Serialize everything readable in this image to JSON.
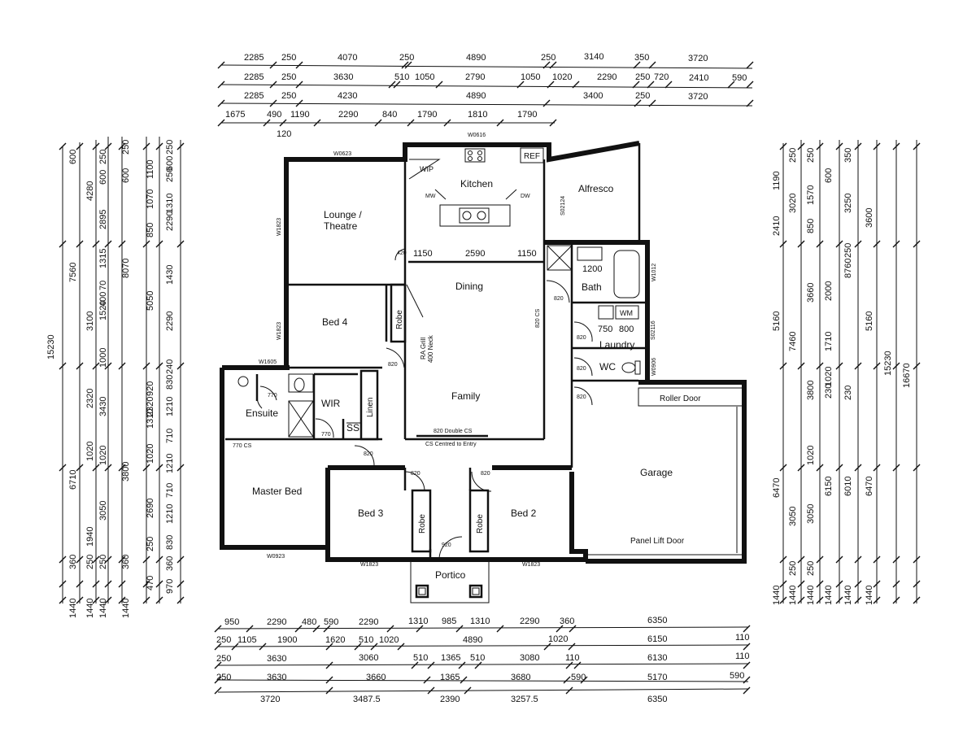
{
  "dimensions": {
    "top": [
      [
        "2285",
        "250",
        "4070",
        "250",
        "4890",
        "250",
        "3140",
        "350",
        "3720"
      ],
      [
        "2285",
        "250",
        "3630",
        "510",
        "1050",
        "2790",
        "1050",
        "1020",
        "2290",
        "250",
        "720",
        "2410",
        "590"
      ],
      [
        "2285",
        "250",
        "4230",
        "4890",
        "3400",
        "250",
        "3720"
      ],
      [
        "1675",
        "490",
        "1190",
        "2290",
        "840",
        "1790",
        "1810",
        "1790"
      ],
      [
        "120"
      ]
    ],
    "bottom": [
      [
        "950",
        "2290",
        "480",
        "590",
        "2290",
        "1310",
        "985",
        "1310",
        "2290",
        "360",
        "6350"
      ],
      [
        "250",
        "1105",
        "1900",
        "1620",
        "510",
        "1020",
        "4890",
        "1020",
        "6150",
        "110"
      ],
      [
        "250",
        "3630",
        "3060",
        "510",
        "1365",
        "510",
        "3080",
        "110",
        "6130",
        "110"
      ],
      [
        "250",
        "3630",
        "3660",
        "1365",
        "3680",
        "590",
        "5170",
        "590"
      ],
      [
        "3720",
        "3487.5",
        "2390",
        "3257.5",
        "6350"
      ]
    ],
    "left": [
      [
        "15230"
      ],
      [
        "600",
        "7560",
        "6710",
        "360",
        "1440"
      ],
      [
        "4280",
        "3100",
        "2320",
        "1020",
        "1940",
        "250",
        "1440"
      ],
      [
        "250",
        "600",
        "2895",
        "1315",
        "70",
        "400",
        "1520",
        "1000",
        "3430",
        "1020",
        "3050",
        "250",
        "1440"
      ],
      [
        "250",
        "600",
        "8070",
        "3800",
        "360",
        "1440"
      ],
      [
        "1100",
        "1070",
        "850",
        "5050",
        "2320",
        "920",
        "1310",
        "1020",
        "2690",
        "250",
        "470"
      ],
      [
        "250",
        "250",
        "1310",
        "600",
        "2290",
        "1430",
        "2290",
        "240",
        "830",
        "1210",
        "710",
        "1210",
        "710",
        "1210",
        "830",
        "360",
        "970"
      ]
    ],
    "right": [
      [
        "1190",
        "2410",
        "5160",
        "6470",
        "1440"
      ],
      [
        "250",
        "3020",
        "7460",
        "3050",
        "250",
        "1440"
      ],
      [
        "250",
        "1570",
        "850",
        "3660",
        "3800",
        "1020",
        "3050",
        "250",
        "1440"
      ],
      [
        "600",
        "2000",
        "1710",
        "1020",
        "6150",
        "230",
        "1440"
      ],
      [
        "350",
        "3250",
        "250",
        "8760",
        "230",
        "6010",
        "1440"
      ],
      [
        "3600",
        "5160",
        "6470",
        "1440"
      ],
      [
        "15230"
      ],
      [
        "16670"
      ]
    ]
  },
  "rooms": {
    "lounge": "Lounge /\nTheatre",
    "kitchen": "Kitchen",
    "alfresco": "Alfresco",
    "dining": "Dining",
    "bath": "Bath",
    "laundry": "Laundry",
    "wc": "WC",
    "bed4": "Bed 4",
    "family": "Family",
    "ensuite": "Ensuite",
    "wir": "WIR",
    "linen": "Linen",
    "ss": "SS",
    "master_bed": "Master Bed",
    "bed3": "Bed 3",
    "bed2": "Bed 2",
    "garage": "Garage",
    "portico": "Portico",
    "robe": "Robe"
  },
  "labels": {
    "ref": "REF",
    "wip": "WIP",
    "wm": "WM",
    "roller_door": "Roller Door",
    "panel_lift_door": "Panel Lift Door",
    "ra_grill": "RA Grill",
    "neck": "400 Neck",
    "double_cs": "820 Double CS",
    "cs_centred": "CS Centred to Entry",
    "cs_770": "770 CS",
    "cs_820": "820 CS",
    "mw": "MW",
    "dw": "DW",
    "kitchen_1150a": "1150",
    "kitchen_2590": "2590",
    "kitchen_1150b": "1150",
    "bath_1200": "1200",
    "laundry_750": "750",
    "laundry_800": "800",
    "d420": "420",
    "d820": "820",
    "d770": "770",
    "d920": "920"
  },
  "windows": {
    "w0616": "W0616",
    "w0623": "W0623",
    "w1823a": "W1823",
    "w1823b": "W1823",
    "w1605": "W1605",
    "w0923": "W0923",
    "w1823c": "W1823",
    "w1823d": "W1823",
    "w1012": "W1012",
    "w0906": "W0906",
    "s2124": "S02124",
    "s2116": "S02116"
  }
}
